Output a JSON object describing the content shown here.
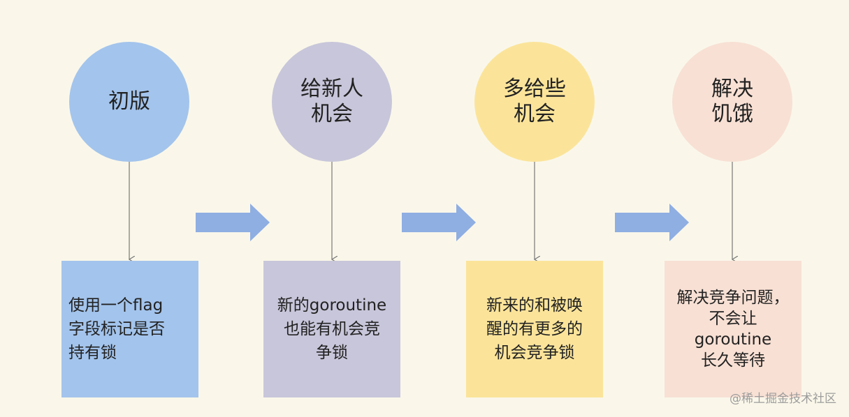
{
  "colors": {
    "background": "#faf7ea",
    "stage1": "#a3c4ec",
    "stage2": "#c8c6da",
    "stage3": "#fbe49a",
    "stage4": "#f8e0d4",
    "arrow": "#8faee2",
    "connector": "#777777"
  },
  "stages": [
    {
      "circle": "初版",
      "box": "使用一个flag\n字段标记是否\n持有锁"
    },
    {
      "circle": "给新人\n机会",
      "box": "新的goroutine\n也能有机会竞\n争锁"
    },
    {
      "circle": "多给些\n机会",
      "box": "新来的和被唤\n醒的有更多的\n机会竞争锁"
    },
    {
      "circle": "解决\n饥饿",
      "box": "解决竞争问题，\n不会让\ngoroutine\n长久等待"
    }
  ],
  "watermark": "@稀土掘金技术社区"
}
